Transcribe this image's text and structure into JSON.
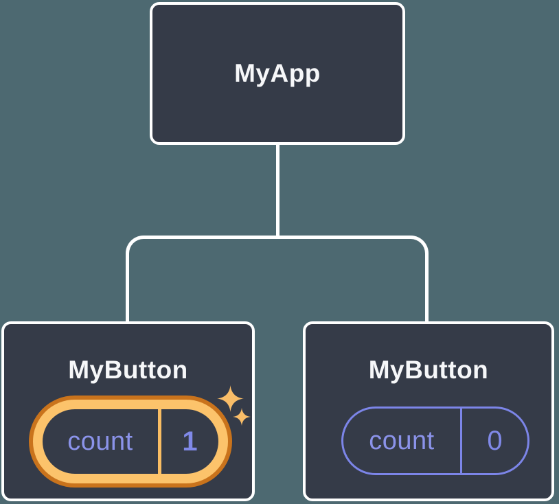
{
  "canvas": {
    "background_color": "#4d6971",
    "connector_color": "#ffffff",
    "node_fill_color": "#353b48",
    "node_border_color": "#ffffff",
    "node_title_color": "#f6f7f9"
  },
  "nodes": {
    "root": {
      "label": "MyApp"
    },
    "left_child": {
      "label": "MyButton",
      "state_key": "count",
      "state_value": "1",
      "highlighted": true,
      "highlight_outer_color": "#c9731c",
      "highlight_inner_color": "#fcc36b",
      "divider_color": "#f9bd63",
      "state_text_color": "#8b93ea",
      "sparkle_color": "#f9bd68"
    },
    "right_child": {
      "label": "MyButton",
      "state_key": "count",
      "state_value": "0",
      "highlighted": false,
      "pill_stroke_color": "#7c85e8",
      "state_text_color": "#8b93ea"
    }
  }
}
